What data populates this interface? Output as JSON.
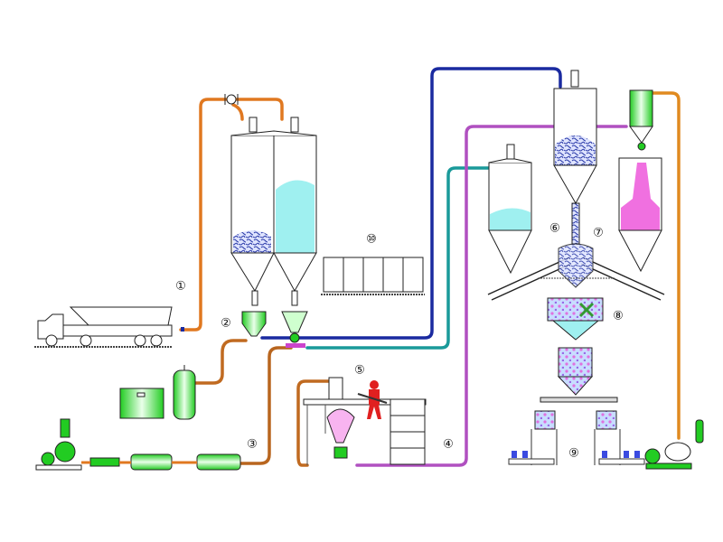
{
  "labels": {
    "n1": "①",
    "n2": "②",
    "n3": "③",
    "n4": "④",
    "n5": "⑤",
    "n6": "⑥",
    "n7": "⑦",
    "n8": "⑧",
    "n9": "⑨",
    "n10": "⑩"
  },
  "colors": {
    "pipe_orange": "#e07820",
    "pipe_brown": "#b8651e",
    "pipe_blue": "#1a2aa0",
    "pipe_teal": "#1a9a9a",
    "pipe_purple": "#b050c0",
    "equipment_green": "#33dd33",
    "powder_cyan": "#9ff0f0",
    "powder_pink": "#f070e0",
    "powder_blue_pattern": "#3a4ab0",
    "operator_red": "#e02020"
  }
}
